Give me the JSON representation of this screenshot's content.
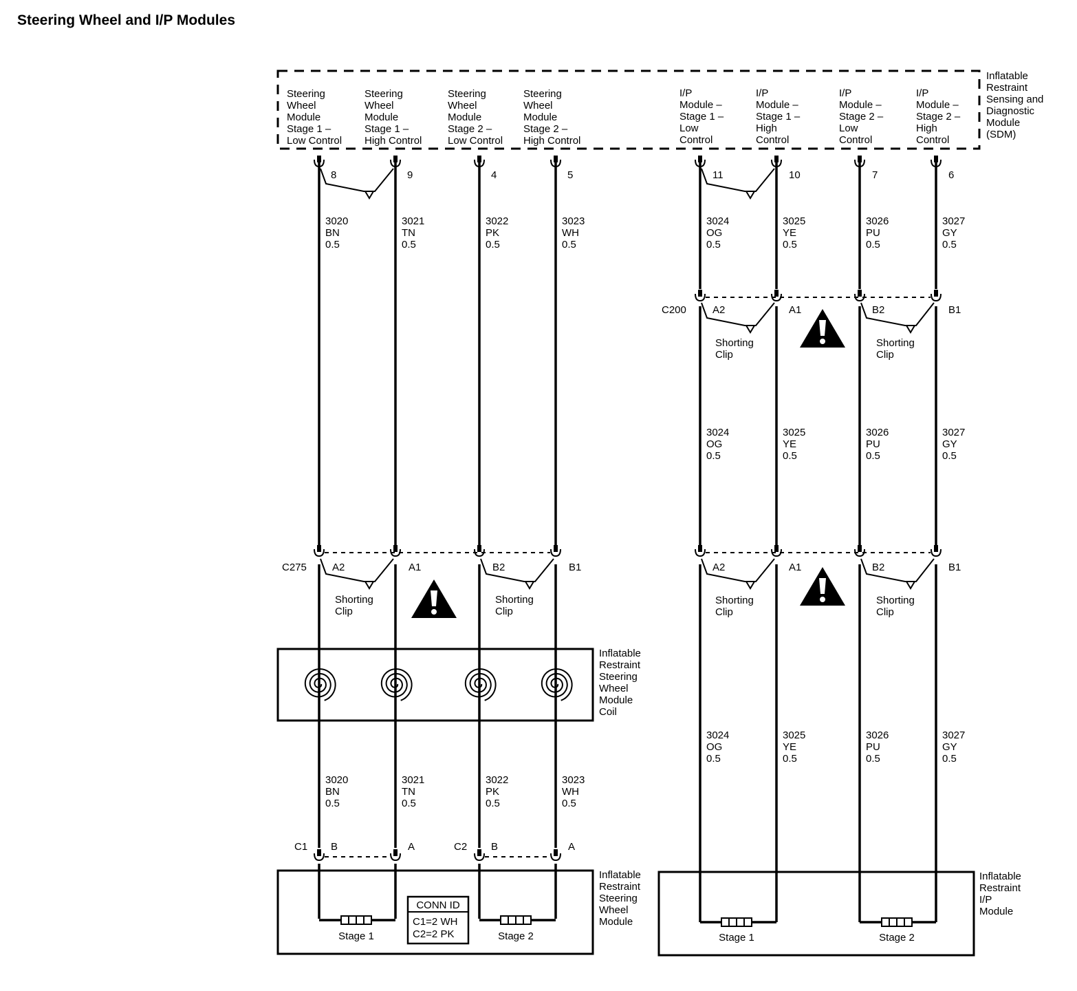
{
  "title": "Steering Wheel and I/P Modules",
  "sdm": {
    "label": [
      "Inflatable",
      "Restraint",
      "Sensing and",
      "Diagnostic",
      "Module",
      "(SDM)"
    ],
    "circuits": [
      {
        "id": "sw-s1-low",
        "lines": [
          "Steering",
          "Wheel",
          "Module",
          "Stage 1 –",
          "Low Control"
        ],
        "pin": "8"
      },
      {
        "id": "sw-s1-high",
        "lines": [
          "Steering",
          "Wheel",
          "Module",
          "Stage 1 –",
          "High Control"
        ],
        "pin": "9"
      },
      {
        "id": "sw-s2-low",
        "lines": [
          "Steering",
          "Wheel",
          "Module",
          "Stage 2 –",
          "Low Control"
        ],
        "pin": "4"
      },
      {
        "id": "sw-s2-high",
        "lines": [
          "Steering",
          "Wheel",
          "Module",
          "Stage 2 –",
          "High Control"
        ],
        "pin": "5"
      },
      {
        "id": "ip-s1-low",
        "lines": [
          "I/P",
          "Module –",
          "Stage 1 –",
          "Low",
          "Control"
        ],
        "pin": "11"
      },
      {
        "id": "ip-s1-high",
        "lines": [
          "I/P",
          "Module –",
          "Stage 1 –",
          "High",
          "Control"
        ],
        "pin": "10"
      },
      {
        "id": "ip-s2-low",
        "lines": [
          "I/P",
          "Module –",
          "Stage 2 –",
          "Low",
          "Control"
        ],
        "pin": "7"
      },
      {
        "id": "ip-s2-high",
        "lines": [
          "I/P",
          "Module –",
          "Stage 2 –",
          "High",
          "Control"
        ],
        "pin": "6"
      }
    ]
  },
  "wires": [
    {
      "circuit": "3020",
      "color": "BN",
      "gauge": "0.5"
    },
    {
      "circuit": "3021",
      "color": "TN",
      "gauge": "0.5"
    },
    {
      "circuit": "3022",
      "color": "PK",
      "gauge": "0.5"
    },
    {
      "circuit": "3023",
      "color": "WH",
      "gauge": "0.5"
    },
    {
      "circuit": "3024",
      "color": "OG",
      "gauge": "0.5"
    },
    {
      "circuit": "3025",
      "color": "YE",
      "gauge": "0.5"
    },
    {
      "circuit": "3026",
      "color": "PU",
      "gauge": "0.5"
    },
    {
      "circuit": "3027",
      "color": "GY",
      "gauge": "0.5"
    }
  ],
  "connectors": {
    "c200": {
      "name": "C200",
      "pins": [
        "A2",
        "A1",
        "B2",
        "B1"
      ]
    },
    "c275": {
      "name": "C275",
      "pins": [
        "A2",
        "A1",
        "B2",
        "B1"
      ]
    },
    "ip_lower": {
      "pins": [
        "A2",
        "A1",
        "B2",
        "B1"
      ]
    },
    "shorting_clip": [
      "Shorting",
      "Clip"
    ],
    "c1": {
      "name": "C1",
      "pins": [
        "B",
        "A"
      ]
    },
    "c2": {
      "name": "C2",
      "pins": [
        "B",
        "A"
      ]
    }
  },
  "coil": {
    "label": [
      "Inflatable",
      "Restraint",
      "Steering",
      "Wheel",
      "Module",
      "Coil"
    ]
  },
  "sw_module": {
    "label": [
      "Inflatable",
      "Restraint",
      "Steering",
      "Wheel",
      "Module"
    ],
    "stage1": "Stage 1",
    "stage2": "Stage 2",
    "conn_id": {
      "header": "CONN ID",
      "c1": "C1=2 WH",
      "c2": "C2=2 PK"
    }
  },
  "ip_module": {
    "label": [
      "Inflatable",
      "Restraint",
      "I/P",
      "Module"
    ],
    "stage1": "Stage 1",
    "stage2": "Stage 2"
  }
}
